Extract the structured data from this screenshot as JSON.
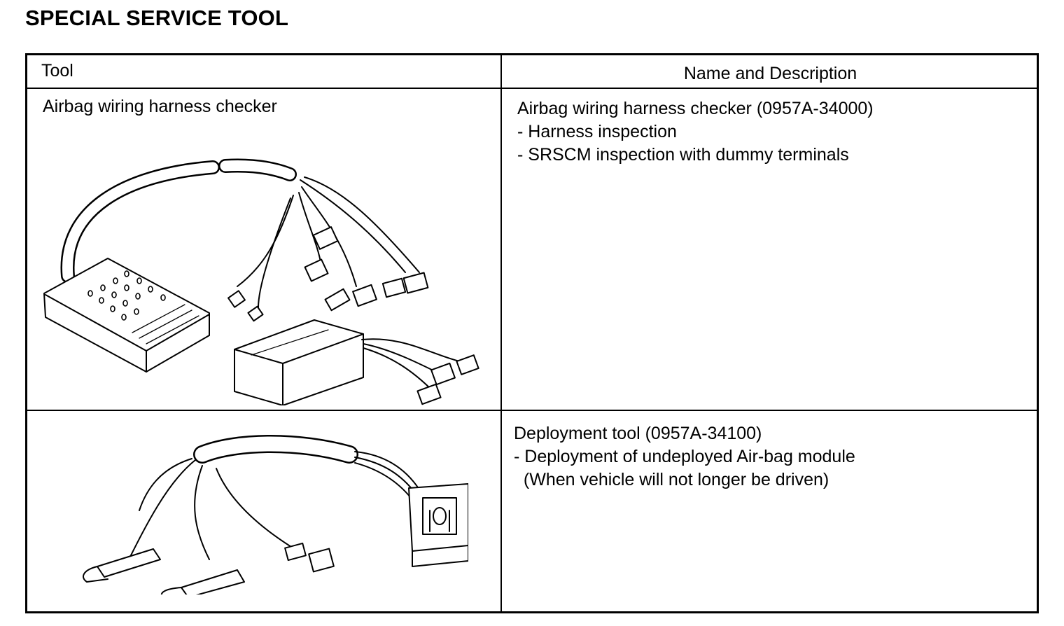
{
  "title": "SPECIAL SERVICE TOOL",
  "table": {
    "headers": {
      "tool": "Tool",
      "description": "Name and Description"
    },
    "rows": [
      {
        "tool_name": "Airbag wiring harness checker",
        "illustration_icon": "airbag-wiring-harness-checker-icon",
        "description_title": "Airbag wiring harness checker (0957A-34000)",
        "description_lines": [
          "- Harness inspection",
          "- SRSCM inspection with dummy terminals"
        ]
      },
      {
        "tool_name": "",
        "illustration_icon": "deployment-tool-icon",
        "description_title": "Deployment tool (0957A-34100)",
        "description_lines": [
          "- Deployment of undeployed Air-bag module",
          "  (When vehicle will not longer be driven)"
        ]
      }
    ]
  }
}
